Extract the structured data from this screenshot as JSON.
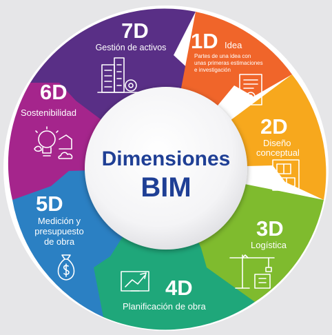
{
  "center": {
    "line1": "Dimensiones",
    "line2": "BIM"
  },
  "colors": {
    "d1": "#f0652a",
    "d2": "#f7a81d",
    "d3": "#7fbb2e",
    "d4": "#1fa77a",
    "d5": "#2b80c3",
    "d6": "#a5258c",
    "d7": "#592f86",
    "center_text": "#1f3f95"
  },
  "dimensions": [
    {
      "num": "1D",
      "title": "Idea",
      "desc": [
        "Partes de una idea con",
        "unas primeras estimaciones",
        "e investigación"
      ],
      "icon": "document-gear-icon"
    },
    {
      "num": "2D",
      "title": [
        "Diseño",
        "conceptual"
      ],
      "icon": "floor-plan-icon"
    },
    {
      "num": "3D",
      "title": "Logística",
      "icon": "crane-icon"
    },
    {
      "num": "4D",
      "title": "Planificación de obra",
      "icon": "growth-chart-icon"
    },
    {
      "num": "5D",
      "title": [
        "Medición y",
        "presupuesto",
        "de obra"
      ],
      "icon": "money-bag-icon"
    },
    {
      "num": "6D",
      "title": "Sostenibilidad",
      "icon": "eco-bulb-icon"
    },
    {
      "num": "7D",
      "title": "Gestión de activos",
      "icon": "buildings-gear-icon"
    }
  ]
}
